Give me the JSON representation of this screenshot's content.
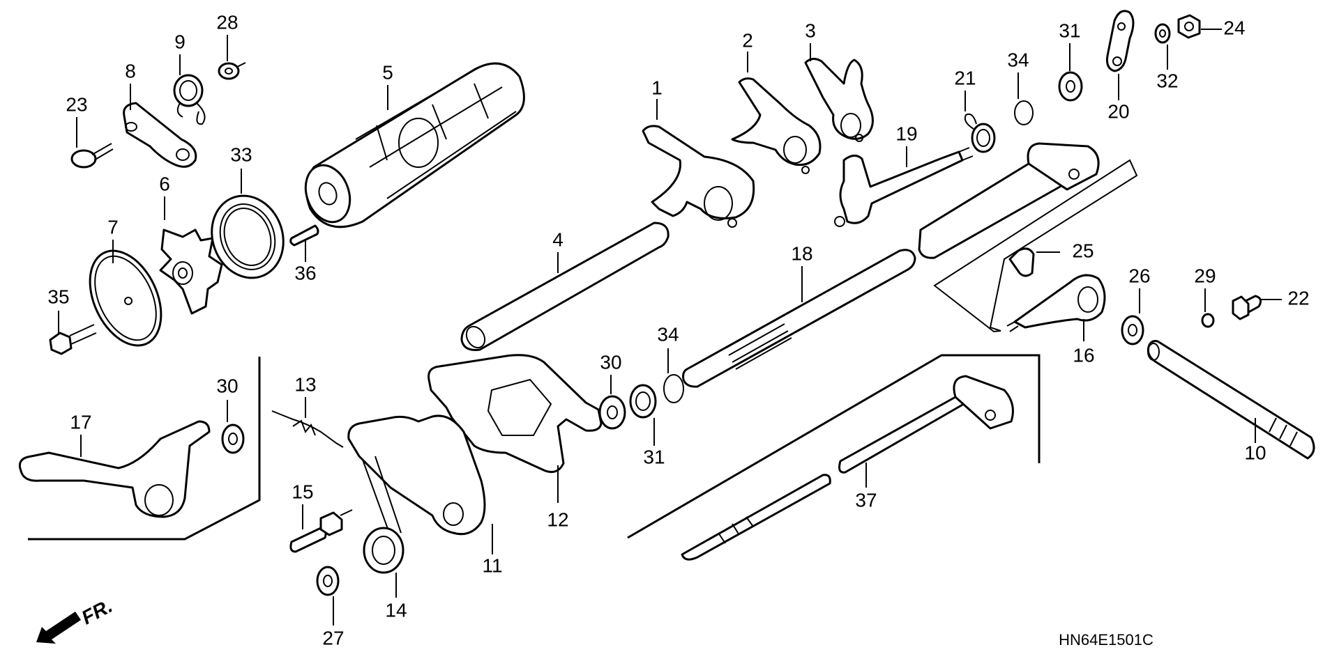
{
  "diagram_code": "HN64E1501C",
  "front_label": "FR.",
  "callouts": [
    "1",
    "2",
    "3",
    "4",
    "5",
    "6",
    "7",
    "8",
    "9",
    "10",
    "11",
    "12",
    "13",
    "14",
    "15",
    "16",
    "17",
    "18",
    "19",
    "20",
    "21",
    "22",
    "23",
    "24",
    "25",
    "26",
    "27",
    "28",
    "29",
    "30",
    "30",
    "31",
    "31",
    "32",
    "33",
    "34",
    "34",
    "35",
    "36",
    "37"
  ],
  "colors": {
    "ink": "#000000",
    "paper": "#ffffff"
  }
}
